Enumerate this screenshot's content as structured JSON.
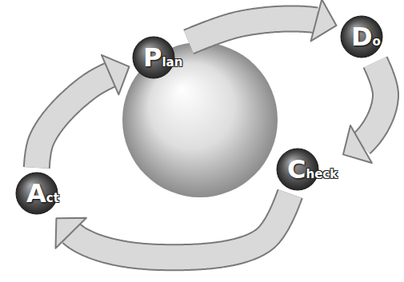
{
  "diagram": {
    "nodes": [
      {
        "text": [
          "Plan"
        ]
      },
      {
        "text": [
          "Do"
        ]
      },
      {
        "text": [
          "Check"
        ]
      },
      {
        "text": [
          "Act"
        ]
      }
    ],
    "edges": [
      {
        "from": 0,
        "to": 1,
        "arrow": "to"
      },
      {
        "from": 1,
        "to": 2,
        "arrow": "to"
      },
      {
        "from": 2,
        "to": 3,
        "arrow": "to"
      },
      {
        "from": 3,
        "to": 0,
        "arrow": "to"
      }
    ]
  }
}
